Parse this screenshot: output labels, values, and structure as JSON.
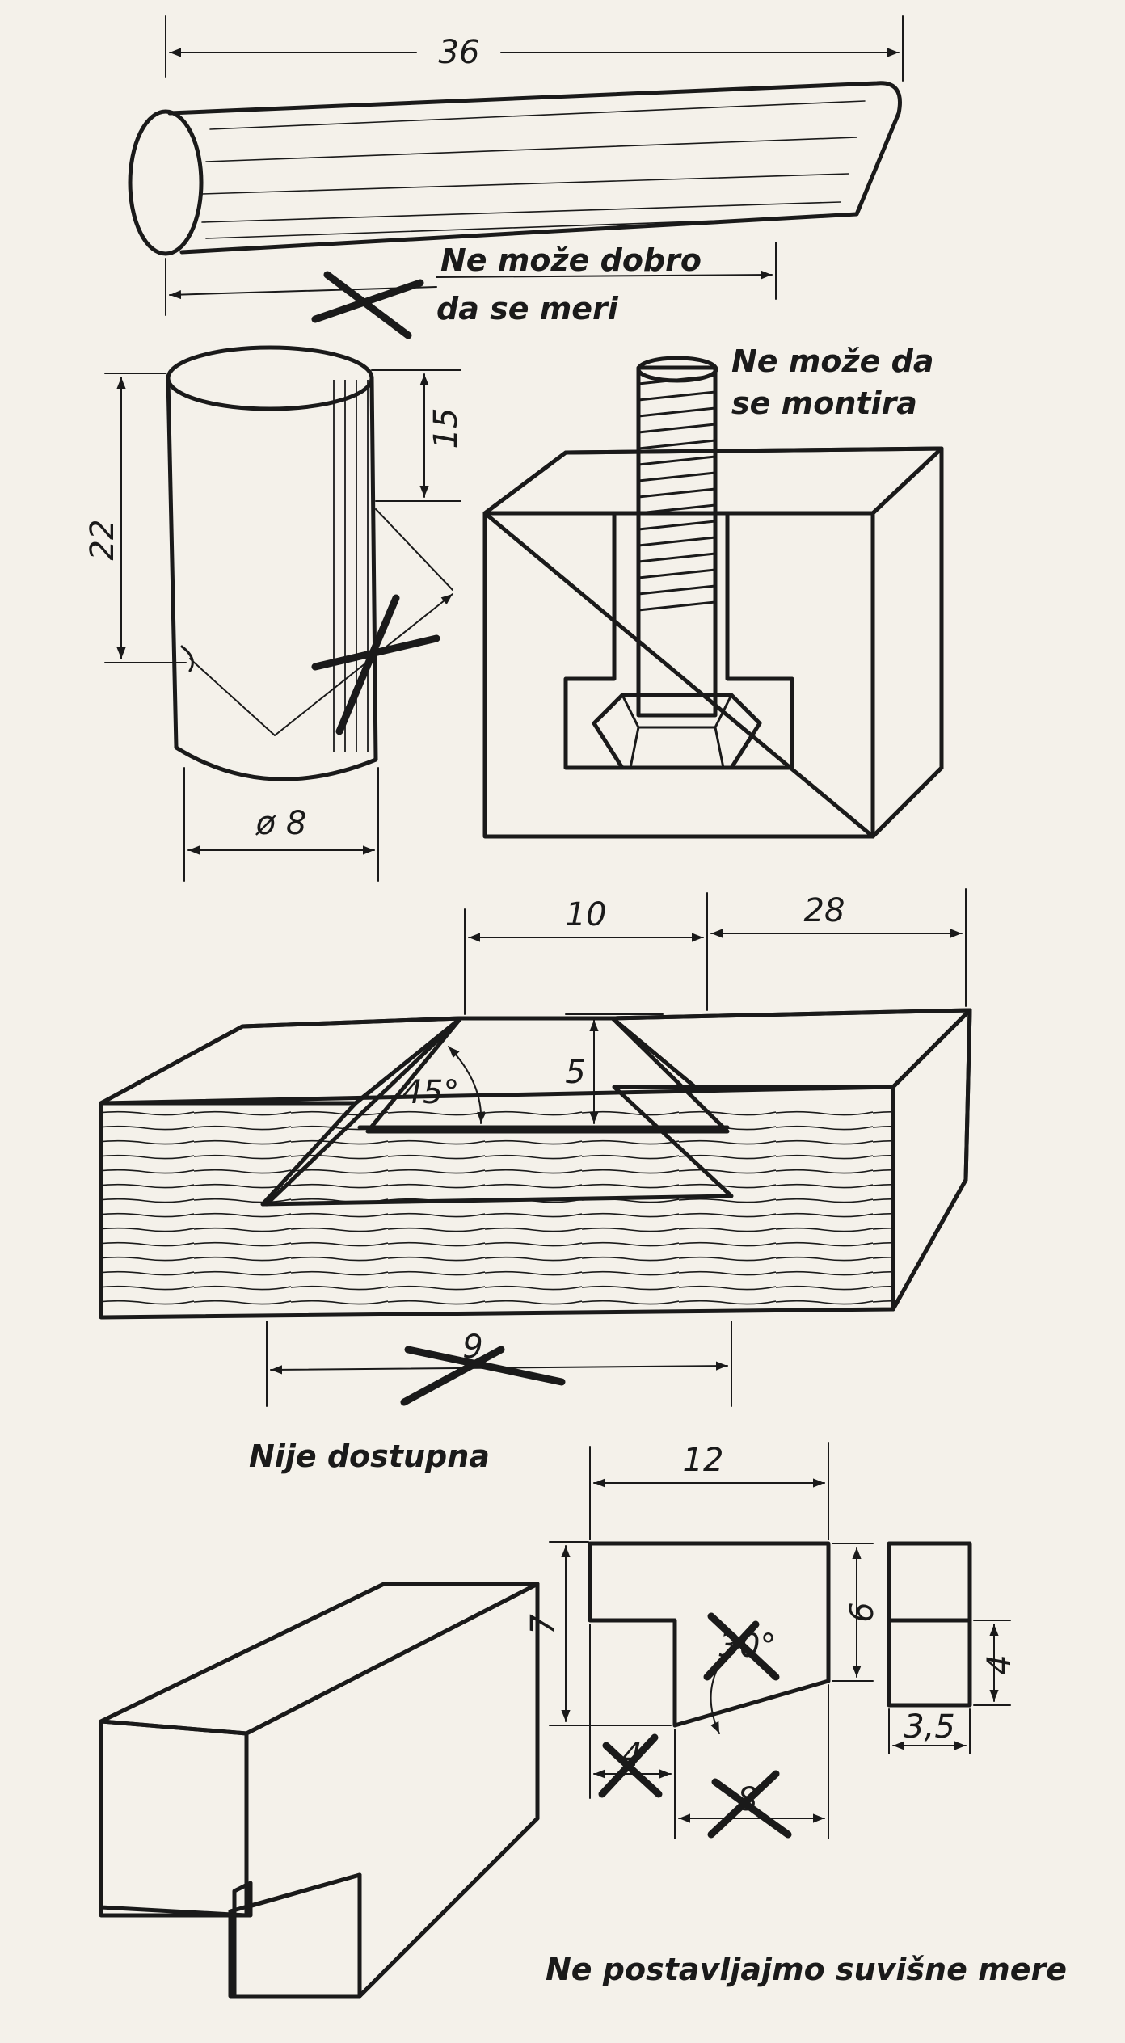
{
  "figures": {
    "rod": {
      "dimension_top": "36",
      "note_line1": "Ne može dobro",
      "note_line2": "da se meri"
    },
    "cylinder": {
      "dimension_height_total": "22",
      "dimension_height_partial": "15",
      "dimension_diameter": "ø 8"
    },
    "bolt": {
      "note_line1": "Ne može da",
      "note_line2": "se montira"
    },
    "groove": {
      "dimension_width": "10",
      "dimension_right": "28",
      "dimension_depth": "5",
      "dimension_angle": "45°",
      "dimension_crossed": "9",
      "note": "Nije dostupna"
    },
    "block": {
      "dimension_top": "12",
      "dimension_left_height": "7",
      "dimension_right_height": "6",
      "dimension_angle_crossed": "30°",
      "dimension_bottom_left_crossed": "4",
      "dimension_bottom_crossed": "8",
      "dimension_side_height": "4",
      "dimension_side_width": "3,5",
      "note": "Ne postavljajmo suvišne mere"
    }
  }
}
